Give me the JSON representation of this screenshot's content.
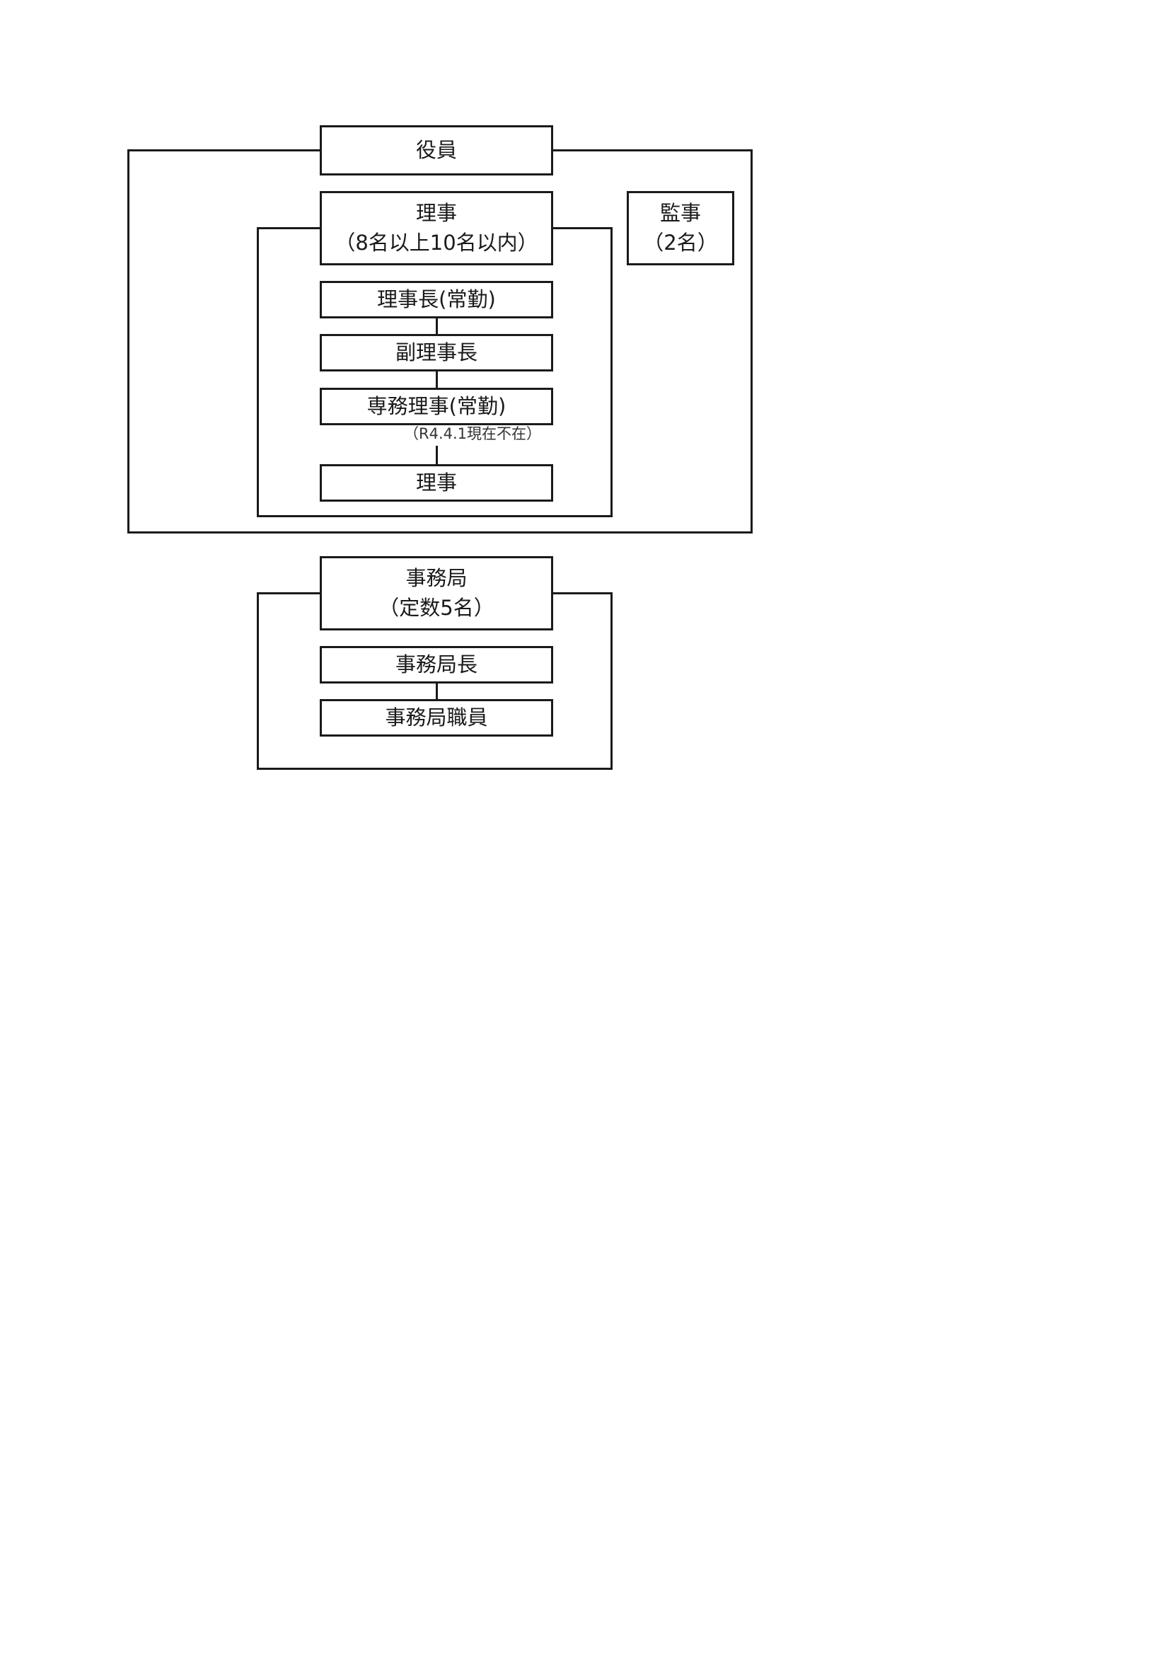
{
  "officers": {
    "title": "役員"
  },
  "directors": {
    "title": "理事",
    "count": "（8名以上10名以内）",
    "chain": [
      "理事長(常勤)",
      "副理事長",
      "専務理事(常勤)",
      "理事"
    ],
    "executive_note": "（R4.4.1現在不在）"
  },
  "auditors": {
    "title": "監事",
    "count": "（2名）"
  },
  "secretariat": {
    "title": "事務局",
    "count": "（定数5名）",
    "chain": [
      "事務局長",
      "事務局職員"
    ]
  }
}
